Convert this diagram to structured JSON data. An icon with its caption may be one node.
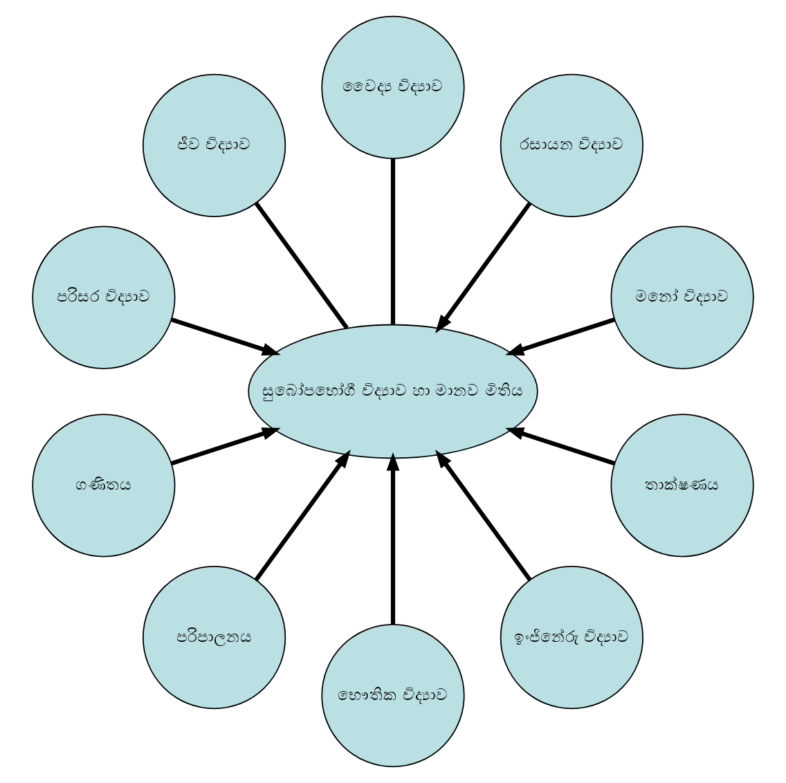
{
  "diagram": {
    "nodes": [
      {
        "text": [
          "සුබෝපභෝගී විද්‍යාව හා මානව මිතිය"
        ]
      },
      {
        "text": [
          "මනෝ විද්‍යාව"
        ]
      },
      {
        "text": [
          "රසායන විද්‍යාව"
        ]
      },
      {
        "text": [
          "වෛද්‍ය විද්‍යාව"
        ]
      },
      {
        "text": [
          "ජීව විද්‍යාව"
        ]
      },
      {
        "text": [
          "පරිසර විද්‍යාව"
        ]
      },
      {
        "text": [
          "ගණිතය"
        ]
      },
      {
        "text": [
          "පරිපාලනය"
        ]
      },
      {
        "text": [
          "භෞතික විද්‍යාව"
        ]
      },
      {
        "text": [
          "ඉංජිනේරු විද්‍යාව"
        ]
      },
      {
        "text": [
          "තාක්ෂණය"
        ]
      }
    ],
    "edges": [
      {
        "from": 1,
        "to": 0,
        "arrow": "to"
      },
      {
        "from": 2,
        "to": 0,
        "arrow": "to"
      },
      {
        "from": 3,
        "to": 0,
        "arrow": "none"
      },
      {
        "from": 4,
        "to": 0,
        "arrow": "none"
      },
      {
        "from": 5,
        "to": 0,
        "arrow": "to"
      },
      {
        "from": 6,
        "to": 0,
        "arrow": "to"
      },
      {
        "from": 7,
        "to": 0,
        "arrow": "to"
      },
      {
        "from": 8,
        "to": 0,
        "arrow": "to"
      },
      {
        "from": 9,
        "to": 0,
        "arrow": "to"
      },
      {
        "from": 10,
        "to": 0,
        "arrow": "to"
      }
    ]
  }
}
